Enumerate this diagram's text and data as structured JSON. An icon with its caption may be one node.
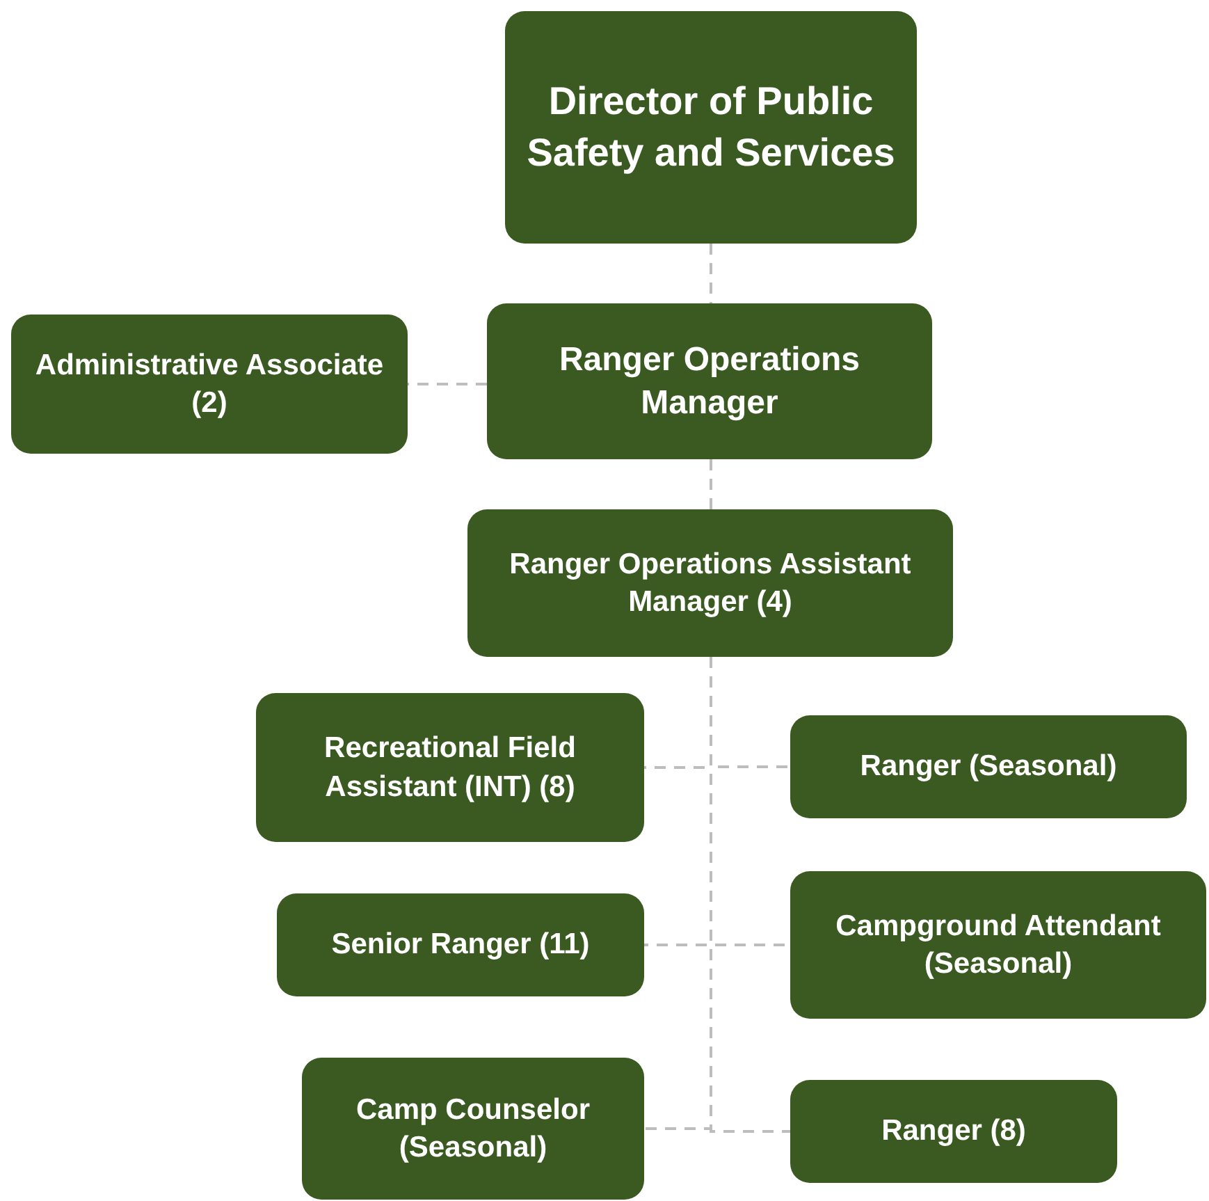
{
  "diagram": {
    "nodes": [
      {
        "text": [
          "Director of Public Safety and Services"
        ]
      },
      {
        "text": [
          "Ranger Operations Manager"
        ]
      },
      {
        "text": [
          "Administrative Associate (2)"
        ]
      },
      {
        "text": [
          "Ranger Operations Assistant Manager (4)"
        ]
      },
      {
        "text": [
          "Recreational Field Assistant (INT) (8)"
        ]
      },
      {
        "text": [
          "Ranger (Seasonal)"
        ]
      },
      {
        "text": [
          "Senior Ranger (11)"
        ]
      },
      {
        "text": [
          "Campground Attendant (Seasonal)"
        ]
      },
      {
        "text": [
          "Camp Counselor (Seasonal)"
        ]
      },
      {
        "text": [
          "Ranger (8)"
        ]
      }
    ],
    "edges": [
      {
        "from": 0,
        "to": 1,
        "arrow": "none",
        "style": "dashed"
      },
      {
        "from": 1,
        "to": 2,
        "arrow": "none",
        "style": "dashed"
      },
      {
        "from": 1,
        "to": 3,
        "arrow": "none",
        "style": "dashed"
      },
      {
        "from": 3,
        "to": 4,
        "arrow": "none",
        "style": "dashed"
      },
      {
        "from": 3,
        "to": 5,
        "arrow": "none",
        "style": "dashed"
      },
      {
        "from": 3,
        "to": 6,
        "arrow": "none",
        "style": "dashed"
      },
      {
        "from": 3,
        "to": 7,
        "arrow": "none",
        "style": "dashed"
      },
      {
        "from": 3,
        "to": 8,
        "arrow": "none",
        "style": "dashed"
      },
      {
        "from": 3,
        "to": 9,
        "arrow": "none",
        "style": "dashed"
      }
    ]
  }
}
